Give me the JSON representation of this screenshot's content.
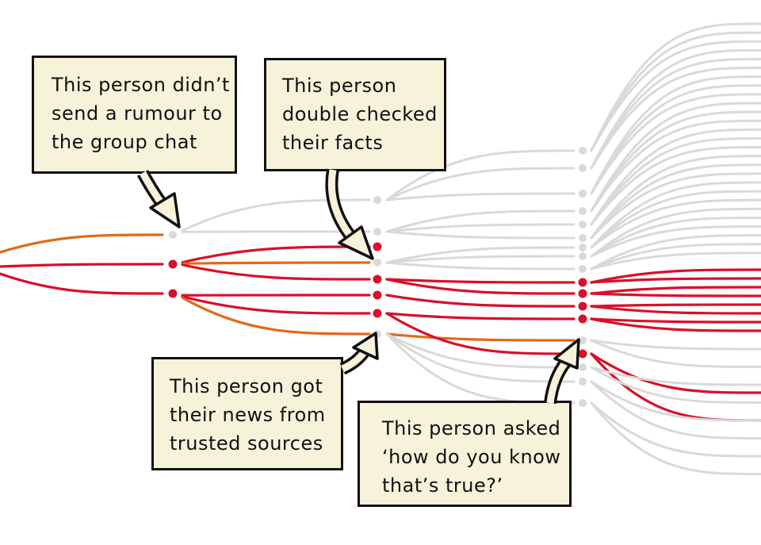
{
  "colors": {
    "red": "#d8102a",
    "orange": "#e06a1a",
    "grey": "#d9d9d9",
    "box_fill": "#f7f2da",
    "box_border": "#111111"
  },
  "callouts": [
    {
      "lines": [
        "This person didn’t",
        "send a rumour to",
        "the group chat"
      ]
    },
    {
      "lines": [
        "This person",
        "double checked",
        "their facts"
      ]
    },
    {
      "lines": [
        "This person got",
        "their news from",
        "trusted sources"
      ]
    },
    {
      "lines": [
        "This person asked",
        "‘how do you know",
        "that’s true?’"
      ]
    }
  ]
}
